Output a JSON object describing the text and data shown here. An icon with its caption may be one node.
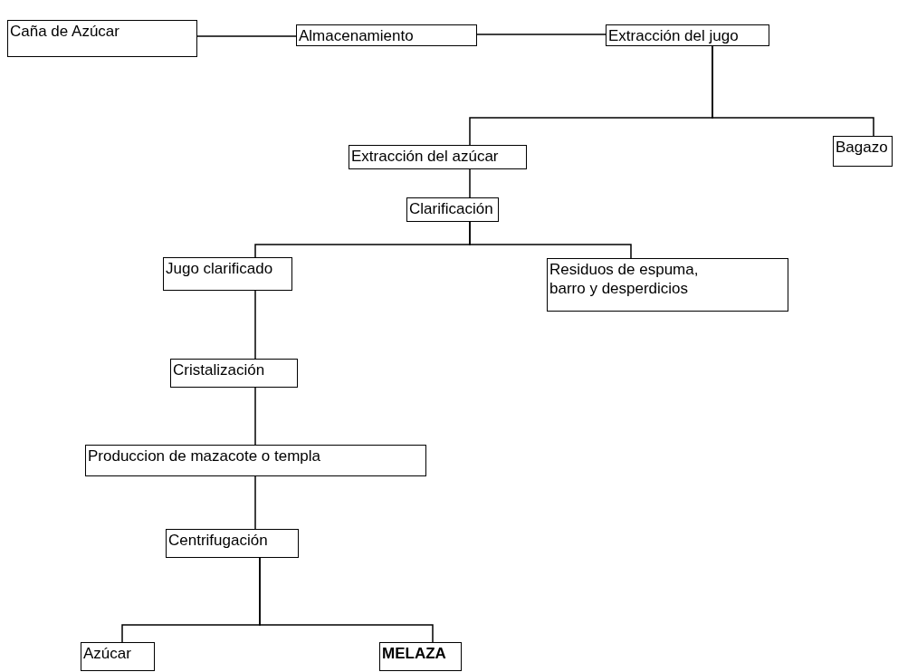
{
  "diagram": {
    "nodes": [
      {
        "text": [
          "Caña de Azúcar"
        ]
      },
      {
        "text": [
          "Almacenamiento"
        ]
      },
      {
        "text": [
          "Extracción del jugo"
        ]
      },
      {
        "text": [
          "Extracción del azúcar"
        ]
      },
      {
        "text": [
          "Bagazo"
        ]
      },
      {
        "text": [
          "Clarificación"
        ]
      },
      {
        "text": [
          "Jugo clarificado"
        ]
      },
      {
        "text": [
          "Residuos de espuma, barro y desperdicios"
        ]
      },
      {
        "text": [
          "Cristalización"
        ]
      },
      {
        "text": [
          "Produccion de mazacote o templa"
        ]
      },
      {
        "text": [
          "Centrifugación"
        ]
      },
      {
        "text": [
          "Azúcar"
        ]
      },
      {
        "text": [
          "MELAZA"
        ]
      }
    ],
    "edges": [
      {
        "from": 0,
        "to": 1,
        "arrow": "none"
      },
      {
        "from": 1,
        "to": 2,
        "arrow": "none"
      },
      {
        "from": 2,
        "to": 3,
        "arrow": "none"
      },
      {
        "from": 2,
        "to": 4,
        "arrow": "none"
      },
      {
        "from": 3,
        "to": 5,
        "arrow": "none"
      },
      {
        "from": 5,
        "to": 6,
        "arrow": "none"
      },
      {
        "from": 5,
        "to": 7,
        "arrow": "none"
      },
      {
        "from": 6,
        "to": 8,
        "arrow": "none"
      },
      {
        "from": 8,
        "to": 9,
        "arrow": "none"
      },
      {
        "from": 9,
        "to": 10,
        "arrow": "none"
      },
      {
        "from": 10,
        "to": 11,
        "arrow": "none"
      },
      {
        "from": 10,
        "to": 12,
        "arrow": "none"
      }
    ]
  }
}
